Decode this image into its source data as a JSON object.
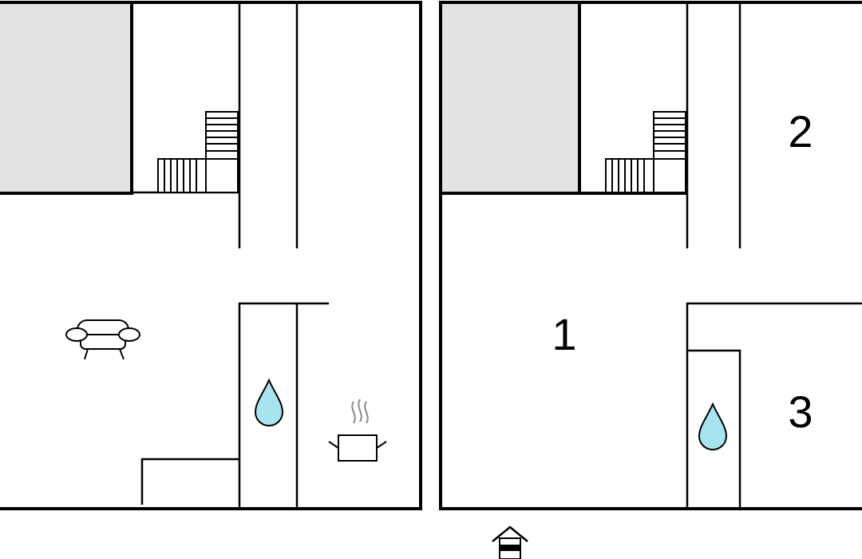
{
  "floor_plan": {
    "room_labels": [
      "1",
      "2",
      "3"
    ],
    "icons": {
      "sofa": "sofa-icon",
      "water": "water-drop-icon",
      "kitchen": "cooking-pot-icon",
      "entrance": "entrance-house-icon"
    },
    "colors": {
      "wall": "#000000",
      "void_area": "#e3e3e3",
      "water_drop": "#a8e4ef",
      "steam": "#8a8a8a"
    }
  }
}
